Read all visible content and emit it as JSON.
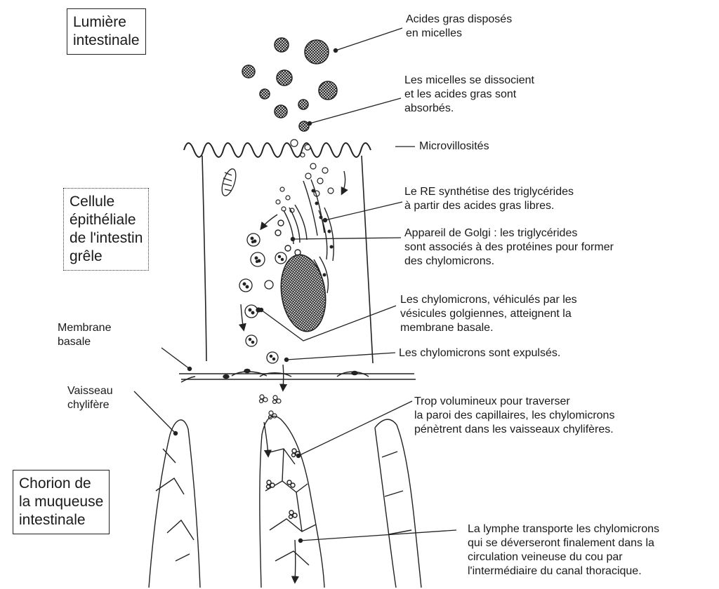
{
  "boxes": {
    "lumen": [
      "Lumière",
      "intestinale"
    ],
    "cell": [
      "Cellule",
      "épithéliale",
      "de l'intestin",
      "grêle"
    ],
    "chorion": [
      "Chorion de",
      "la muqueuse",
      "intestinale"
    ]
  },
  "labels": {
    "micelles": [
      "Acides gras disposés",
      "en micelles"
    ],
    "dissociate": [
      "Les micelles se dissocient",
      "et les acides gras sont",
      "absorbés."
    ],
    "microvilli": [
      "Microvillosités"
    ],
    "re": [
      "Le RE synthétise des triglycérides",
      "à partir des acides gras libres."
    ],
    "golgi": [
      "Appareil de Golgi : les triglycérides",
      "sont associés à des protéines pour former",
      "des chylomicrons."
    ],
    "vesicles": [
      "Les chylomicrons, véhiculés par les",
      "vésicules golgiennes, atteignent la",
      "membrane basale."
    ],
    "expelled": [
      "Les chylomicrons sont expulsés."
    ],
    "membrane": [
      "Membrane",
      "basale"
    ],
    "vessel": [
      "Vaisseau",
      "chylifère"
    ],
    "capillaries": [
      "Trop volumineux pour traverser",
      "la paroi des capillaires, les chylomicrons",
      "pénètrent dans les vaisseaux chylifères."
    ],
    "lymph": [
      "La lymphe transporte les chylomicrons",
      "qui se déverseront finalement dans la",
      "circulation veineuse du cou par",
      "l'intermédiaire du canal thoracique."
    ]
  }
}
